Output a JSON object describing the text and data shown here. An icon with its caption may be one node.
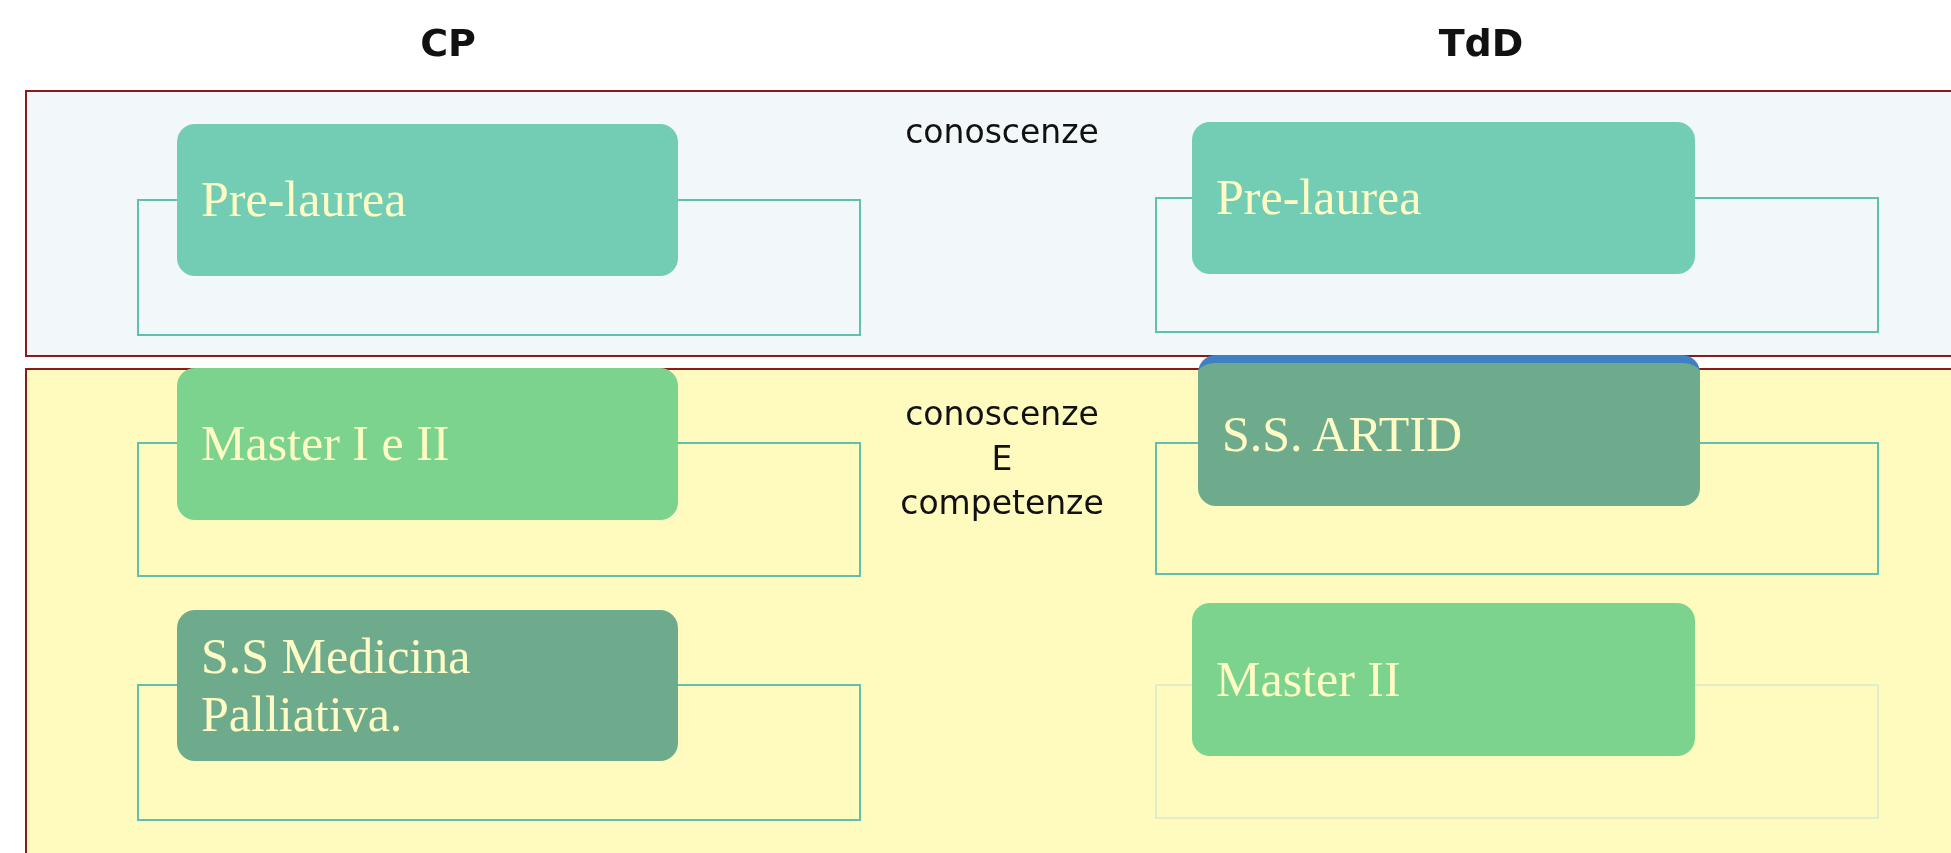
{
  "diagram": {
    "nodes": [
      {
        "text": [],
        "shape": "box"
      },
      {
        "text": [],
        "shape": "box",
        "in": 0
      },
      {
        "text": [
          "Pre-laurea"
        ],
        "in": 0
      },
      {
        "text": [],
        "shape": "box",
        "in": 0
      },
      {
        "text": [
          "Pre-laurea"
        ],
        "in": 0
      },
      {
        "text": [],
        "shape": "box"
      },
      {
        "text": [],
        "shape": "box",
        "in": 5
      },
      {
        "text": [
          "Master I e II"
        ],
        "in": 5
      },
      {
        "text": [],
        "shape": "box",
        "in": 5
      },
      {
        "text": [
          "S.S. ARTID"
        ],
        "in": 5
      },
      {
        "text": [],
        "shape": "box",
        "in": 5
      },
      {
        "text": [
          "S.S Medicina Palliativa."
        ],
        "in": 5
      },
      {
        "text": [],
        "shape": "box",
        "in": 5
      },
      {
        "text": [
          "Master II"
        ],
        "in": 5
      }
    ],
    "edges": [],
    "labels": [
      "CP",
      "TdD",
      "conoscenze",
      "conoscenze E competenze"
    ]
  }
}
